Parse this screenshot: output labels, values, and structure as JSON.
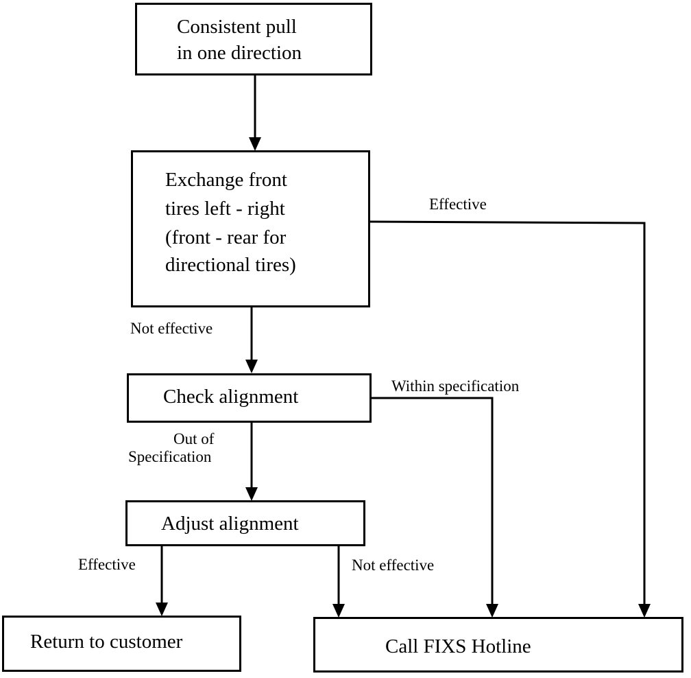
{
  "nodes": {
    "pull": {
      "line1": "Consistent pull",
      "line2": "in one direction"
    },
    "exchange": {
      "line1": "Exchange front",
      "line2": "tires left - right",
      "line3": "(front - rear for",
      "line4": "directional tires)"
    },
    "check": {
      "label": "Check alignment"
    },
    "adjust": {
      "label": "Adjust alignment"
    },
    "return": {
      "label": "Return to customer"
    },
    "hotline": {
      "label": "Call FIXS Hotline"
    }
  },
  "edges": {
    "exchange_effective": "Effective",
    "exchange_not_effective": "Not effective",
    "check_within": "Within specification",
    "check_out_line1": "Out of",
    "check_out_line2": "Specification",
    "adjust_effective": "Effective",
    "adjust_not_effective": "Not effective"
  }
}
